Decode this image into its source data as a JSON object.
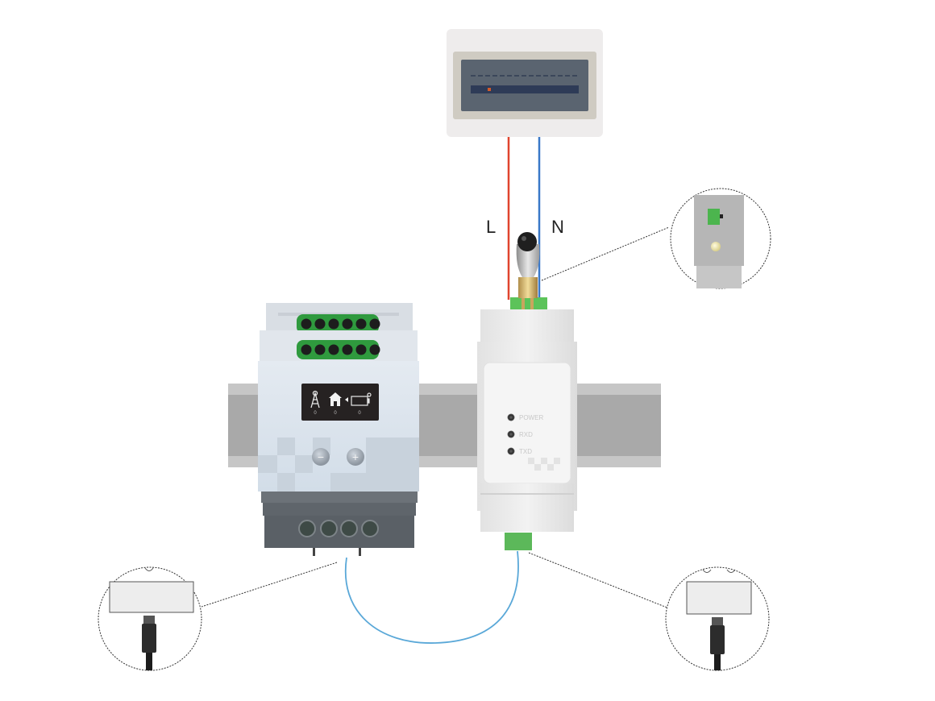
{
  "diagram": {
    "title": "Wiring diagram: distribution box, meter module and inverter",
    "wires": {
      "live_label": "L",
      "neutral_label": "N",
      "live_color": "#e0442e",
      "neutral_color": "#3a78c8",
      "comm_color": "#5aa8d8"
    },
    "meter_module": {
      "leds": [
        {
          "label": "POWER"
        },
        {
          "label": "RXD"
        },
        {
          "label": "TXD"
        }
      ]
    },
    "inverter": {
      "display_icons": [
        "grid-tower-icon",
        "house-icon",
        "battery-icon"
      ],
      "display_values": [
        "0",
        "0",
        "0"
      ],
      "buttons": [
        {
          "label": "−",
          "name": "minus"
        },
        {
          "label": "+",
          "name": "plus"
        }
      ]
    },
    "callouts": [
      {
        "name": "antenna-port-detail"
      },
      {
        "name": "inverter-rj45-detail"
      },
      {
        "name": "meter-rj45-detail"
      }
    ],
    "colors": {
      "terminal_green": "#3bb54a",
      "rail_gray": "#a8a8a8",
      "panel_dark": "#4a5360"
    }
  }
}
